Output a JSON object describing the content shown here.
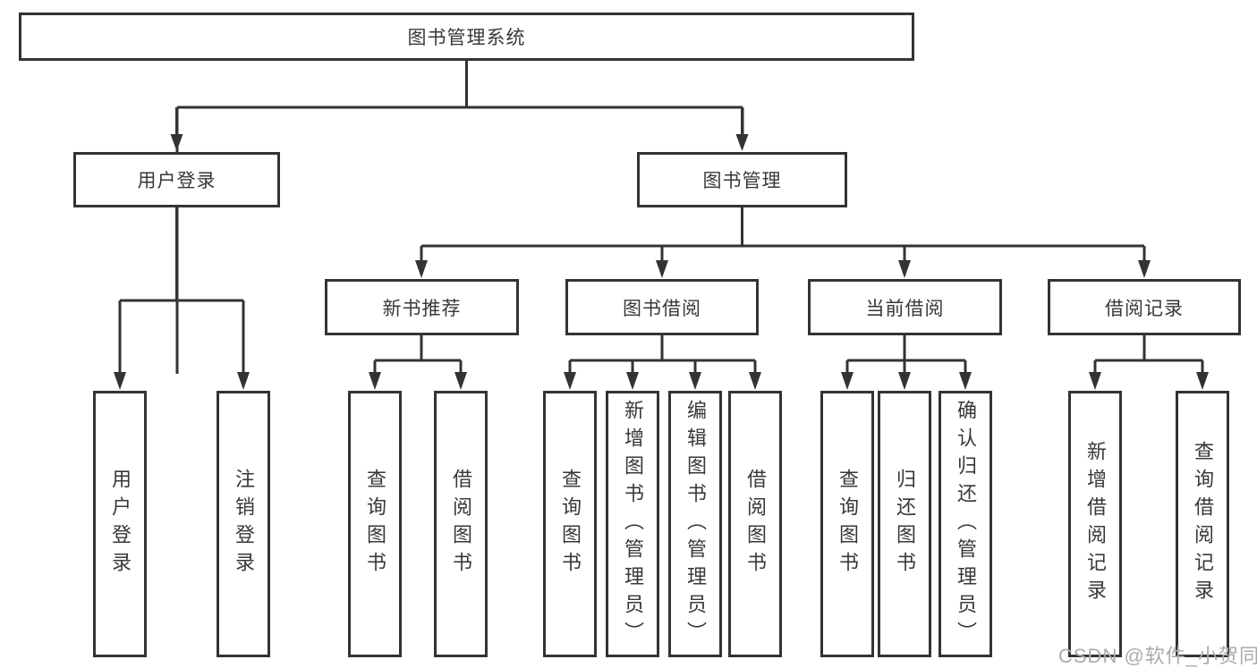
{
  "colors": {
    "background": "#ffffff",
    "line": "#333333",
    "box_border": "#333333",
    "box_fill": "#ffffff",
    "text": "#383838",
    "watermark": "#ababab"
  },
  "watermark": {
    "text": "CSDN @软件_小贺同学"
  },
  "tree": {
    "label": "图书管理系统",
    "children": [
      {
        "label": "用户登录",
        "children": [
          {
            "label": "用户登录"
          },
          {
            "label": "注销登录"
          }
        ]
      },
      {
        "label": "图书管理",
        "children": [
          {
            "label": "新书推荐",
            "children": [
              {
                "label": "查询图书"
              },
              {
                "label": "借阅图书"
              }
            ]
          },
          {
            "label": "图书借阅",
            "children": [
              {
                "label": "查询图书"
              },
              {
                "label": "新增图书（管理员）"
              },
              {
                "label": "编辑图书（管理员）"
              },
              {
                "label": "借阅图书"
              }
            ]
          },
          {
            "label": "当前借阅",
            "children": [
              {
                "label": "查询图书"
              },
              {
                "label": "归还图书"
              },
              {
                "label": "确认归还（管理员）"
              }
            ]
          },
          {
            "label": "借阅记录",
            "children": [
              {
                "label": "新增借阅记录"
              },
              {
                "label": "查询借阅记录"
              }
            ]
          }
        ]
      }
    ]
  }
}
